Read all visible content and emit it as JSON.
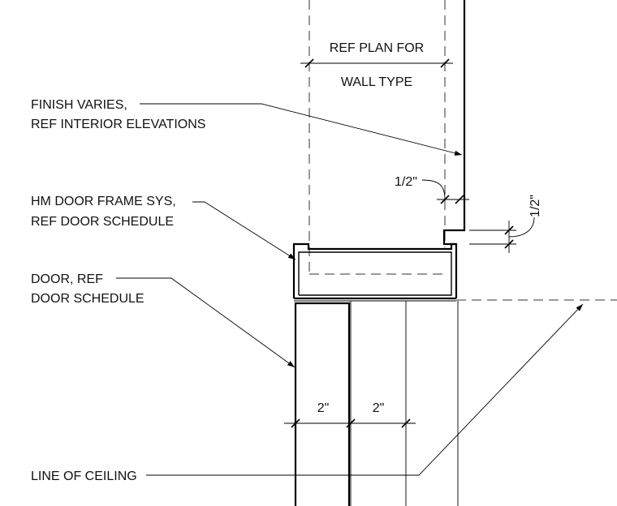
{
  "labels": {
    "ref_plan_line1": "REF PLAN FOR",
    "ref_plan_line2": "WALL TYPE",
    "finish_line1": "FINISH VARIES,",
    "finish_line2": "REF INTERIOR ELEVATIONS",
    "frame_line1": "HM DOOR FRAME SYS,",
    "frame_line2": "REF DOOR SCHEDULE",
    "door_line1": "DOOR, REF",
    "door_line2": "DOOR SCHEDULE",
    "ceiling": "LINE OF CEILING"
  },
  "dimensions": {
    "finish_offset": "1/2\"",
    "frame_reveal": "1/2\"",
    "door_thickness_1": "2\"",
    "door_thickness_2": "2\""
  }
}
